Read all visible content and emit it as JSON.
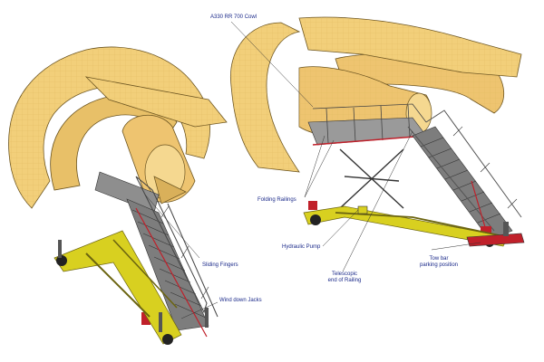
{
  "labels": {
    "cowl": "A330 RR 700 Cowl",
    "folding_railings": "Folding Railings",
    "hydraulic_pump": "Hydraulic Pump",
    "telescopic_line1": "Telescopic",
    "telescopic_line2": "end of Railing",
    "tow_bar_line1": "Tow bar",
    "tow_bar_line2": "parking position",
    "sliding_fingers": "Sliding Fingers",
    "wind_down_jacks": "Wind down Jacks"
  },
  "colors": {
    "cowl_fill": "#f2cf7a",
    "cowl_shade": "#d9b05a",
    "steel": "#9a9a9a",
    "steel_dark": "#3a3a3a",
    "frame_yellow": "#d8d020",
    "red_accent": "#c0202a",
    "label_text": "#1b2a8a",
    "leader_line": "#333333"
  }
}
